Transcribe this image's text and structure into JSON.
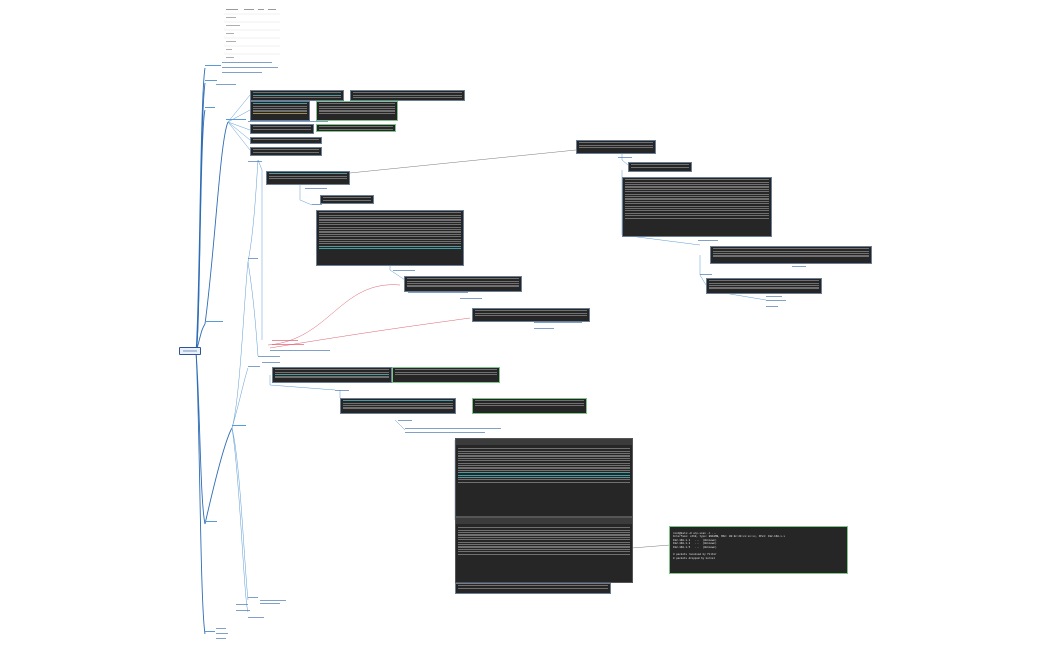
{
  "root": {
    "label": "XXXXXXX"
  },
  "colors": {
    "branch": "#2f6db5",
    "connector": "#8aa9c9",
    "highlight_link": "#e06070",
    "terminal_bg": "#262626",
    "terminal_border": "#6a7f95",
    "terminal_green_border": "#7fc58a"
  },
  "terminal_output_lines": [
    "root@kali:~# arp-scan -l ...",
    "Interface: eth0, type: EN10MB, MAC: 00:0c:29:xx:xx:xx, IPv4: 192.168.x.x",
    "192.168.1.1   ...  (Unknown)",
    "192.168.1.2   ...  (Unknown)",
    "192.168.1.5   ...  (Unknown)",
    "",
    "3 packets received by filter",
    "0 packets dropped by kernel"
  ]
}
